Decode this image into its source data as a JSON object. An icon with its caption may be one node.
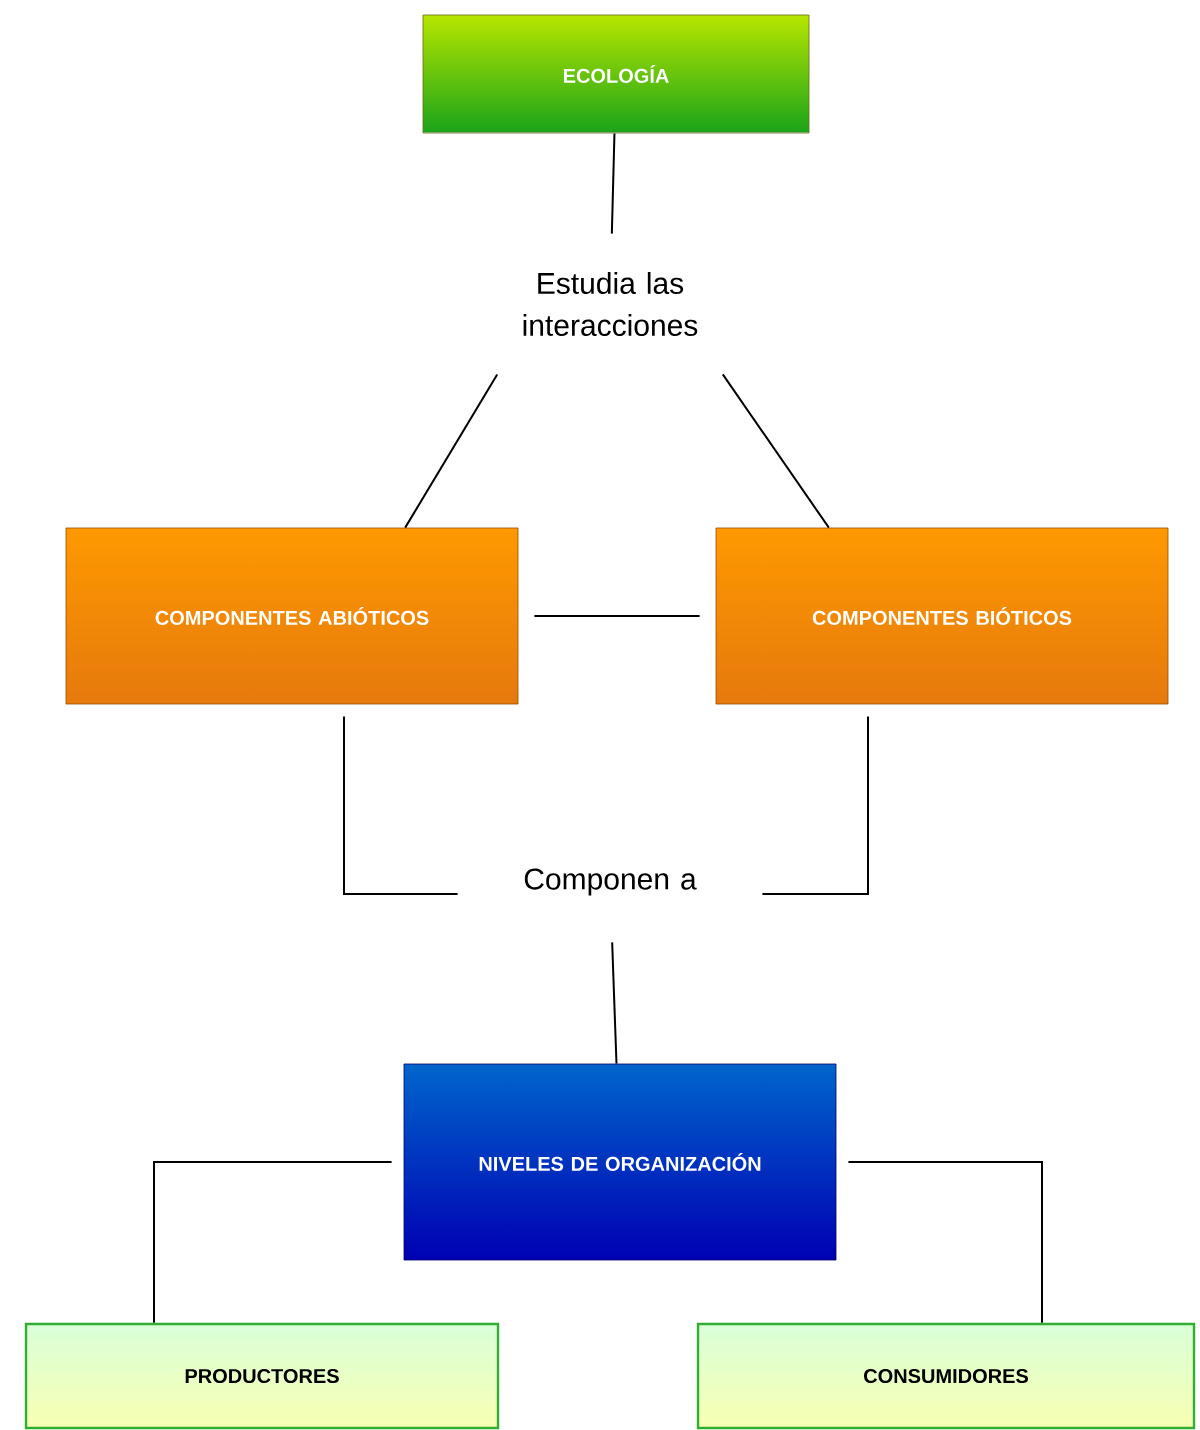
{
  "diagram": {
    "nodes": [
      {
        "text": [
          "ECOLOGÍA"
        ]
      },
      {
        "text": [
          "Estudia las interacciones"
        ]
      },
      {
        "text": [
          "COMPONENTES ABIÓTICOS"
        ]
      },
      {
        "text": [
          "COMPONENTES BIÓTICOS"
        ]
      },
      {
        "text": [
          "Componen a"
        ]
      },
      {
        "text": [
          "NIVELES DE ORGANIZACIÓN"
        ]
      },
      {
        "text": [
          "PRODUCTORES"
        ]
      },
      {
        "text": [
          "CONSUMIDORES"
        ]
      }
    ],
    "edges": [
      {
        "from": 0,
        "to": 1,
        "arrow": "none"
      },
      {
        "from": 1,
        "to": 2,
        "arrow": "none"
      },
      {
        "from": 1,
        "to": 3,
        "arrow": "none"
      },
      {
        "from": 2,
        "to": 3,
        "arrow": "none"
      },
      {
        "from": 2,
        "to": 4,
        "arrow": "none"
      },
      {
        "from": 3,
        "to": 4,
        "arrow": "none"
      },
      {
        "from": 4,
        "to": 5,
        "arrow": "none"
      },
      {
        "from": 5,
        "to": 6,
        "arrow": "none"
      },
      {
        "from": 5,
        "to": 7,
        "arrow": "none"
      }
    ]
  }
}
